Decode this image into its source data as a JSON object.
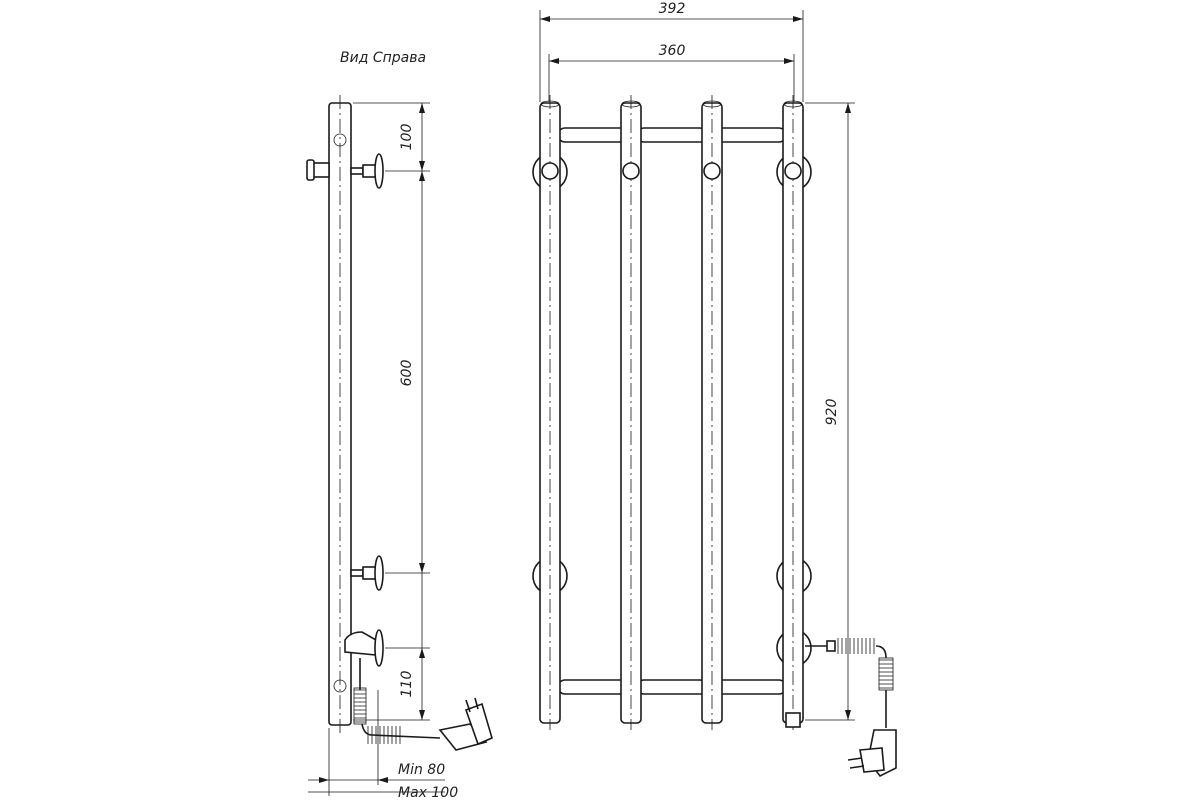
{
  "view_title": "Вид Справа",
  "dimensions": {
    "overall_width": "392",
    "inner_width": "360",
    "overall_height": "920",
    "top_offset": "100",
    "mount_spacing": "600",
    "bottom_offset": "110",
    "min_depth": "Min 80",
    "max_depth": "Max 100"
  }
}
